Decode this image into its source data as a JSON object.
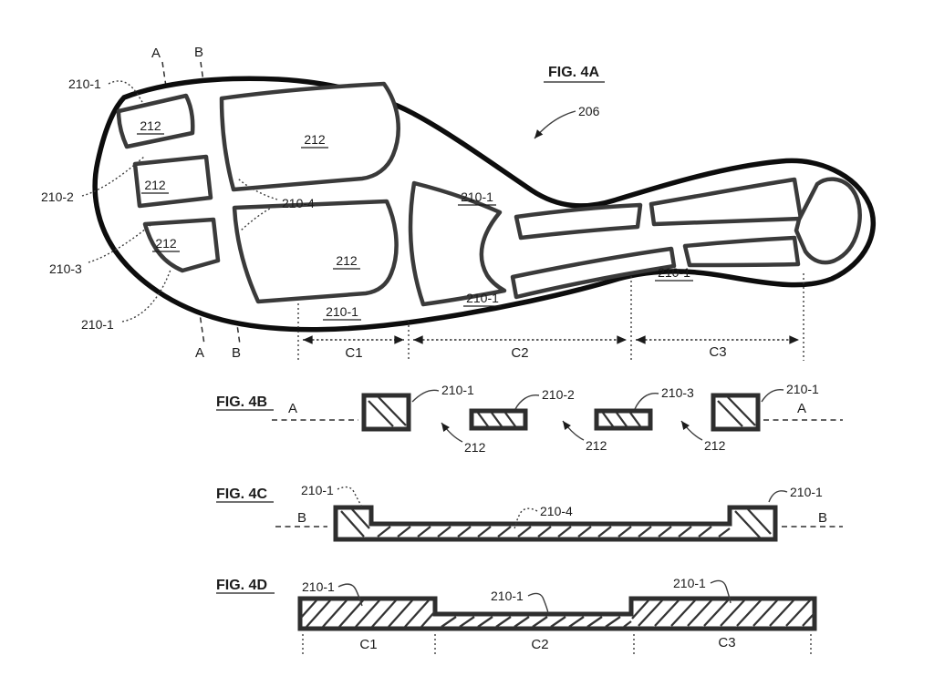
{
  "palette": {
    "paper": "#ffffff",
    "ink": "#1b1b1b",
    "tread_stroke": "#3a3a3a"
  },
  "refs": {
    "r206": "206",
    "r210_1": "210-1",
    "r210_2": "210-2",
    "r210_3": "210-3",
    "r210_4": "210-4",
    "r212": "212"
  },
  "sections": {
    "a": "A",
    "b": "B"
  },
  "dims": {
    "c1": "C1",
    "c2": "C2",
    "c3": "C3"
  },
  "figures": {
    "fig4a": {
      "title": "FIG. 4A"
    },
    "fig4b": {
      "title": "FIG. 4B"
    },
    "fig4c": {
      "title": "FIG. 4C"
    },
    "fig4d": {
      "title": "FIG. 4D"
    }
  }
}
